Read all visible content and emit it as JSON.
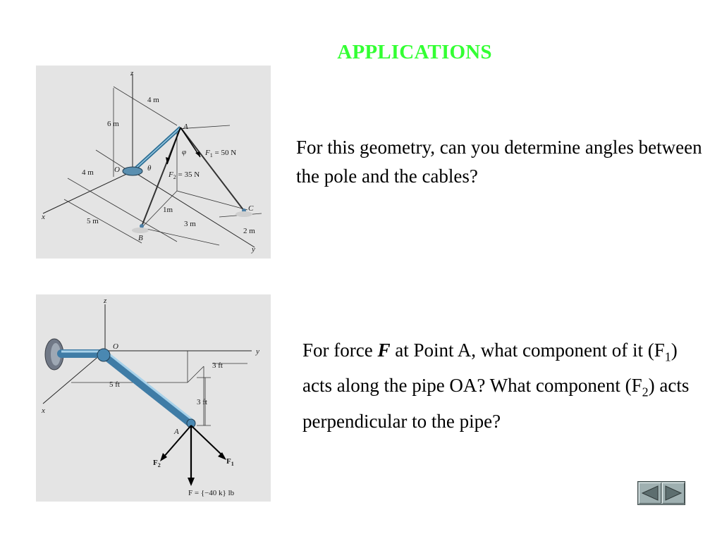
{
  "slide": {
    "title": "APPLICATIONS",
    "question1": "For this geometry, can you determine angles between the pole and the cables?",
    "question2": {
      "part1": "For force ",
      "force_symbol": "F",
      "part2": " at Point A, what component of it (F",
      "sub1": "1",
      "part3": ") acts along the pipe OA?  What component (F",
      "sub2": "2",
      "part4": ") acts perpendicular to the pipe?"
    }
  },
  "figure1": {
    "labels": {
      "z": "z",
      "x": "x",
      "y": "y",
      "A": "A",
      "B": "B",
      "C": "C",
      "O": "O",
      "dim_4m_top": "4 m",
      "dim_6m": "6 m",
      "dim_4m_left": "4 m",
      "dim_5m": "5 m",
      "dim_1m": "1m",
      "dim_3m": "3 m",
      "dim_2m": "2 m",
      "f1_sym": "F",
      "f1_sub": "1",
      "f1_val": " = 50 N",
      "f2_sym": "F",
      "f2_sub": "2",
      "f2_val": " = 35 N",
      "phi": "φ",
      "theta": "θ"
    }
  },
  "figure2": {
    "labels": {
      "z": "z",
      "y": "y",
      "x": "x",
      "O": "O",
      "A": "A",
      "dim_3ft_top": "3 ft",
      "dim_5ft": "5 ft",
      "dim_3ft_right": "3 ft",
      "f2_sym": "F",
      "f2_sub": "2",
      "f1_sym": "F",
      "f1_sub": "1",
      "force_text": "F = {−40 k} lb"
    }
  },
  "navigation": {
    "prev_icon": "triangle-left-icon",
    "next_icon": "triangle-right-icon"
  },
  "colors": {
    "title": "#33ff33",
    "figure_bg": "#e4e4e4",
    "nav_bg": "#9aa9aa"
  }
}
